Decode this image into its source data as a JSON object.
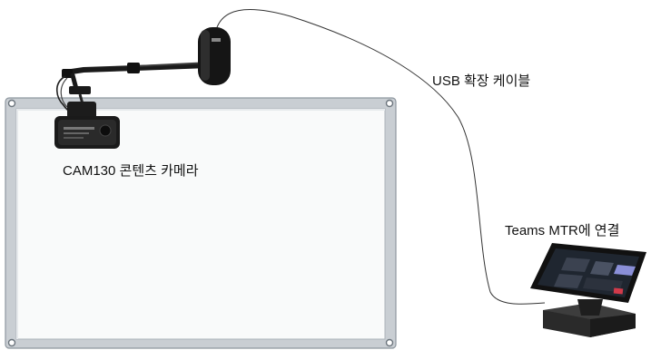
{
  "labels": {
    "camera": "CAM130 콘텐츠 카메라",
    "usb_cable": "USB 확장 케이블",
    "mtr": "Teams MTR에 연결"
  },
  "colors": {
    "board_frame": "#9aa3ab",
    "board_surface": "#f9fafa",
    "cable": "#333333",
    "camera_body": "#1a1a1a",
    "device_base": "#2a2a2a",
    "screen_accent": "#8a8fd8",
    "screen_alert": "#d23a4a"
  },
  "icons": {
    "board": "whiteboard",
    "camera": "content-camera",
    "mic": "boom-microphone",
    "device": "teams-room-console"
  }
}
